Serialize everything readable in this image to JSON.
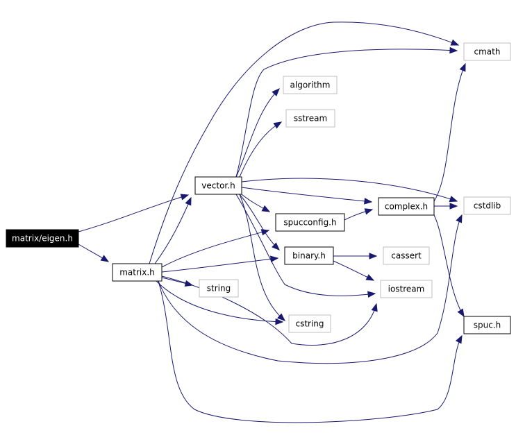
{
  "diagram": {
    "type": "include-dependency-graph",
    "colors": {
      "edge": "#191970",
      "root_fill": "#000000",
      "local_border": "#000000",
      "system_border": "#bfbfbf"
    },
    "nodes": [
      {
        "id": "eigen",
        "label": "matrix/eigen.h",
        "kind": "root"
      },
      {
        "id": "matrix",
        "label": "matrix.h",
        "kind": "local"
      },
      {
        "id": "vector",
        "label": "vector.h",
        "kind": "local"
      },
      {
        "id": "cmath",
        "label": "cmath",
        "kind": "system"
      },
      {
        "id": "algorithm",
        "label": "algorithm",
        "kind": "system"
      },
      {
        "id": "sstream",
        "label": "sstream",
        "kind": "system"
      },
      {
        "id": "cstdlib",
        "label": "cstdlib",
        "kind": "system"
      },
      {
        "id": "complex",
        "label": "complex.h",
        "kind": "local"
      },
      {
        "id": "spucconfig",
        "label": "spucconfig.h",
        "kind": "local"
      },
      {
        "id": "binary",
        "label": "binary.h",
        "kind": "local"
      },
      {
        "id": "cassert",
        "label": "cassert",
        "kind": "system"
      },
      {
        "id": "iostream",
        "label": "iostream",
        "kind": "system"
      },
      {
        "id": "string",
        "label": "string",
        "kind": "system"
      },
      {
        "id": "cstring",
        "label": "cstring",
        "kind": "system"
      },
      {
        "id": "spuc",
        "label": "spuc.h",
        "kind": "local"
      }
    ],
    "edges": [
      {
        "from": "eigen",
        "to": "matrix"
      },
      {
        "from": "eigen",
        "to": "vector"
      },
      {
        "from": "matrix",
        "to": "vector"
      },
      {
        "from": "matrix",
        "to": "cmath"
      },
      {
        "from": "matrix",
        "to": "cstdlib"
      },
      {
        "from": "matrix",
        "to": "spucconfig"
      },
      {
        "from": "matrix",
        "to": "binary"
      },
      {
        "from": "matrix",
        "to": "iostream"
      },
      {
        "from": "matrix",
        "to": "string"
      },
      {
        "from": "matrix",
        "to": "cstring"
      },
      {
        "from": "matrix",
        "to": "spuc"
      },
      {
        "from": "vector",
        "to": "cmath"
      },
      {
        "from": "vector",
        "to": "algorithm"
      },
      {
        "from": "vector",
        "to": "sstream"
      },
      {
        "from": "vector",
        "to": "cstdlib"
      },
      {
        "from": "vector",
        "to": "complex"
      },
      {
        "from": "vector",
        "to": "spucconfig"
      },
      {
        "from": "vector",
        "to": "binary"
      },
      {
        "from": "vector",
        "to": "iostream"
      },
      {
        "from": "vector",
        "to": "cstring"
      },
      {
        "from": "spucconfig",
        "to": "complex"
      },
      {
        "from": "complex",
        "to": "cmath"
      },
      {
        "from": "complex",
        "to": "cstdlib"
      },
      {
        "from": "complex",
        "to": "spuc"
      },
      {
        "from": "binary",
        "to": "cassert"
      },
      {
        "from": "binary",
        "to": "iostream"
      }
    ]
  }
}
